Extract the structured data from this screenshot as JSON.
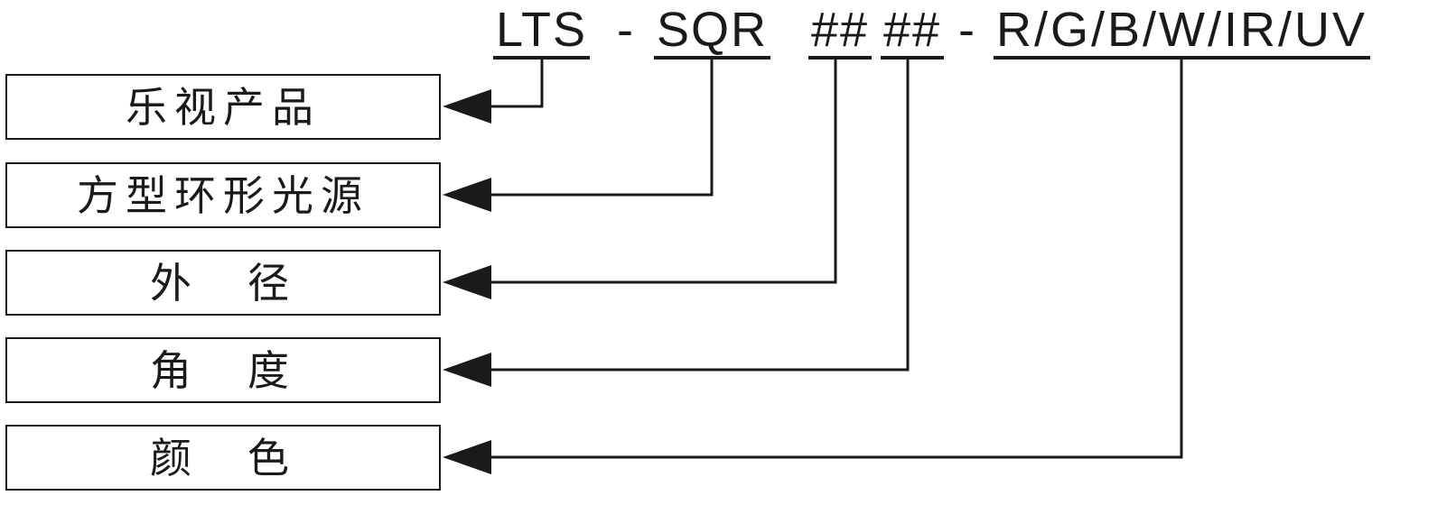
{
  "model_code": {
    "full": "LTS - SQR ## ## - R/G/B/W/IR/UV",
    "segments": [
      {
        "text": "LTS",
        "underlined": true
      },
      {
        "text": "-",
        "underlined": false
      },
      {
        "text": "SQR",
        "underlined": true
      },
      {
        "text": "##",
        "underlined": true
      },
      {
        "text": "##",
        "underlined": true
      },
      {
        "text": "-",
        "underlined": false
      },
      {
        "text": "R/G/B/W/IR/UV",
        "underlined": true
      }
    ]
  },
  "legend": {
    "items": [
      {
        "label": "乐视产品",
        "maps_to": "LTS"
      },
      {
        "label": "方型环形光源",
        "maps_to": "SQR"
      },
      {
        "label": "外　径",
        "maps_to": "##"
      },
      {
        "label": "角　度",
        "maps_to": "##"
      },
      {
        "label": "颜　色",
        "maps_to": "R/G/B/W/IR/UV"
      }
    ]
  },
  "colors": {
    "line": "#1a1a1a",
    "background": "#ffffff"
  }
}
